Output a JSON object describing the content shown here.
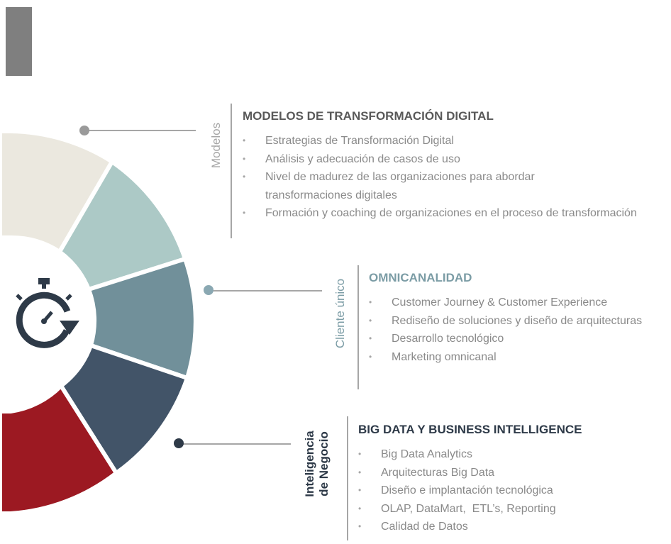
{
  "colors": {
    "segment_1": "#ebe8df",
    "segment_2": "#acc9c6",
    "segment_3": "#71909a",
    "segment_4": "#425468",
    "segment_5": "#9c1922",
    "icon": "#2e3a48",
    "dot_1": "#9a9a9a",
    "dot_2": "#8aa8b2",
    "dot_3": "#2e3a48",
    "top_bar": "#7f7f7f"
  },
  "center_icon": "stopwatch-refresh-icon",
  "sections": [
    {
      "label": "Modelos",
      "title": "MODELOS DE TRANSFORMACIÓN DIGITAL",
      "items": [
        "Estrategias de Transformación Digital",
        "Análisis y adecuación de casos de uso",
        "Nivel de madurez de las organizaciones para abordar transformaciones digitales",
        "Formación y coaching de organizaciones en el proceso de transformación"
      ]
    },
    {
      "label": "Cliente único",
      "title": "OMNICANALIDAD",
      "items": [
        "Customer Journey & Customer Experience",
        "Rediseño de soluciones y diseño de arquitecturas",
        "Desarrollo tecnológico",
        "Marketing omnicanal"
      ]
    },
    {
      "label_line1": "Inteligencia",
      "label_line2": "de Negocio",
      "title": "BIG DATA Y BUSINESS INTELLIGENCE",
      "items": [
        "Big Data Analytics",
        "Arquitecturas Big Data",
        "Diseño e implantación tecnológica",
        "OLAP, DataMart,  ETL’s, Reporting",
        "Calidad de Datos"
      ]
    }
  ]
}
